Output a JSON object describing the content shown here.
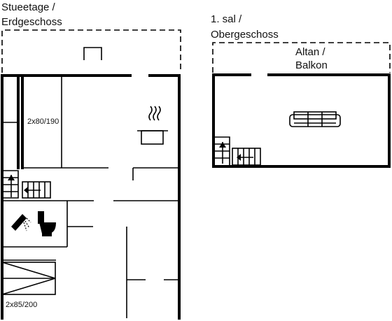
{
  "ground_floor": {
    "label_line1": "Stueetage /",
    "label_line2": "Erdgeschoss",
    "bed_upper": "2x80/190",
    "bed_lower": "2x85/200"
  },
  "upper_floor": {
    "label_line1": "1. sal /",
    "label_line2": "Obergeschoss",
    "balcony_line1": "Altan /",
    "balcony_line2": "Balkon"
  },
  "icons": [
    "cooking-pot-icon",
    "shower-icon",
    "toilet-icon",
    "sofa-icon",
    "stairs-icon"
  ]
}
